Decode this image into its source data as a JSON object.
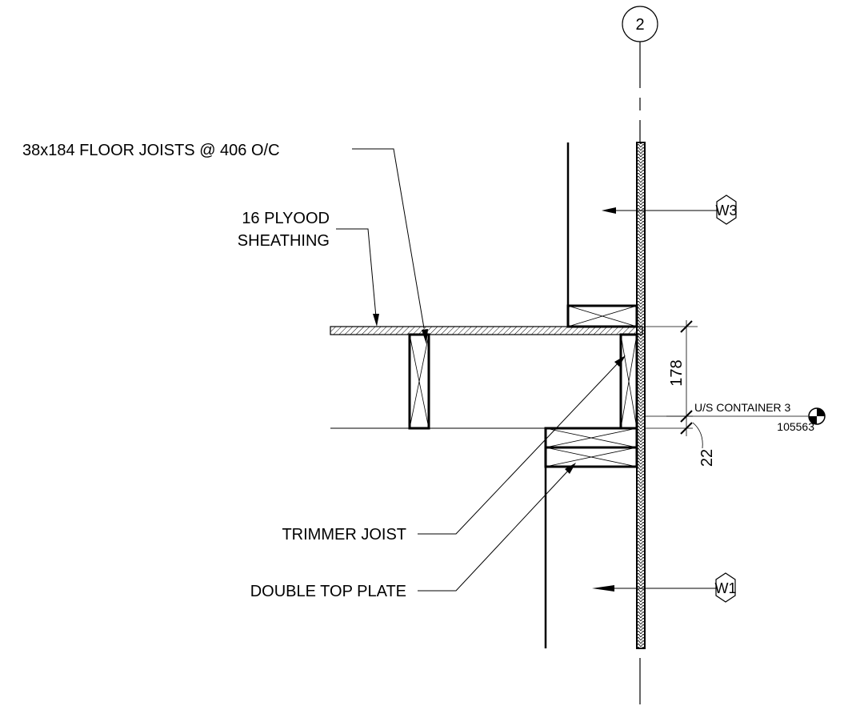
{
  "grid": {
    "label": "2"
  },
  "notes": {
    "floor_joists": "38x184 FLOOR JOISTS @ 406 O/C",
    "plywood_line1": "16 PLYOOD",
    "plywood_line2": "SHEATHING",
    "trimmer_joist": "TRIMMER JOIST",
    "double_top_plate": "DOUBLE TOP PLATE"
  },
  "wall_tags": {
    "upper": "W3",
    "lower": "W1"
  },
  "dimensions": {
    "joist_depth": "178",
    "offset": "22"
  },
  "level_marker": {
    "name": "U/S CONTAINER 3",
    "elevation": "105563"
  }
}
